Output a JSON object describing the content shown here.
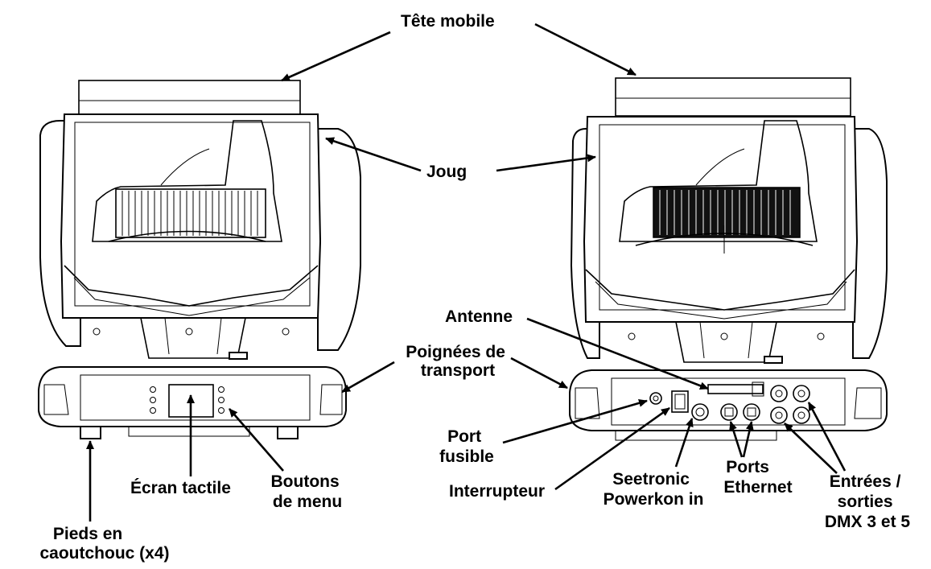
{
  "labels": {
    "moving_head": "Tête mobile",
    "yoke": "Joug",
    "carry_handles_line1": "Poignées de",
    "carry_handles_line2": "transport",
    "antenna": "Antenne",
    "fuse_port_line1": "Port",
    "fuse_port_line2": "fusible",
    "touch_screen": "Écran tactile",
    "menu_buttons_line1": "Boutons",
    "menu_buttons_line2": "de menu",
    "rubber_feet_line1": "Pieds en",
    "rubber_feet_line2": "caoutchouc (x4)",
    "power_switch": "Interrupteur",
    "power_in_line1": "Seetronic",
    "power_in_line2": "Powerkon in",
    "ethernet_line1": "Ports",
    "ethernet_line2": "Ethernet",
    "dmx_line1": "Entrées /",
    "dmx_line2": "sorties",
    "dmx_line3": "DMX 3 et 5"
  },
  "colors": {
    "line": "#000000",
    "background": "#ffffff"
  }
}
